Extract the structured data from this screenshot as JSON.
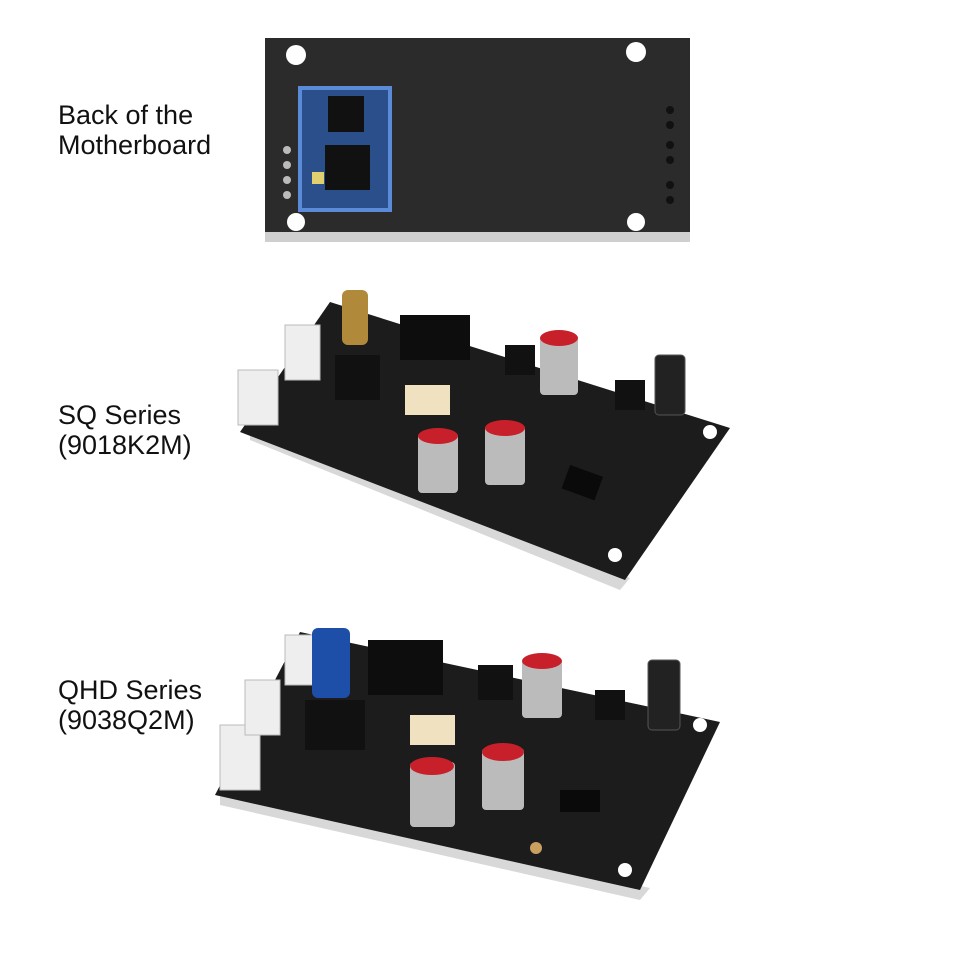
{
  "panels": [
    {
      "label_line1": "Back of the",
      "label_line2": "Motherboard"
    },
    {
      "label_line1": "SQ Series",
      "label_line2": "(9018K2M)"
    },
    {
      "label_line1": "QHD Series",
      "label_line2": "(9038Q2M)"
    }
  ],
  "colors": {
    "pcb": "#1c1c1c",
    "module_border": "#3a7bd5",
    "cap_red": "#c8202a",
    "cap_blue": "#1d4fa8"
  }
}
